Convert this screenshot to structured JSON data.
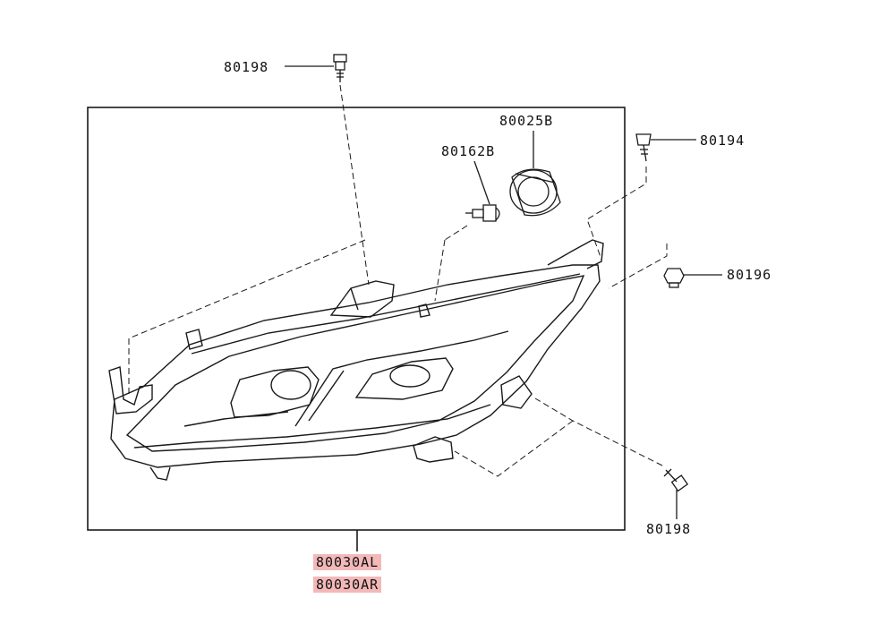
{
  "diagram": {
    "part_labels": {
      "bolt_top": "80198",
      "cap": "80025B",
      "bulb": "80162B",
      "screw_right_top": "80194",
      "nut_right": "80196",
      "bolt_bottom": "80198",
      "assembly_left": "80030AL",
      "assembly_right": "80030AR"
    },
    "colors": {
      "line": "#1a1a1a",
      "highlight": "#f3b8b8"
    }
  }
}
